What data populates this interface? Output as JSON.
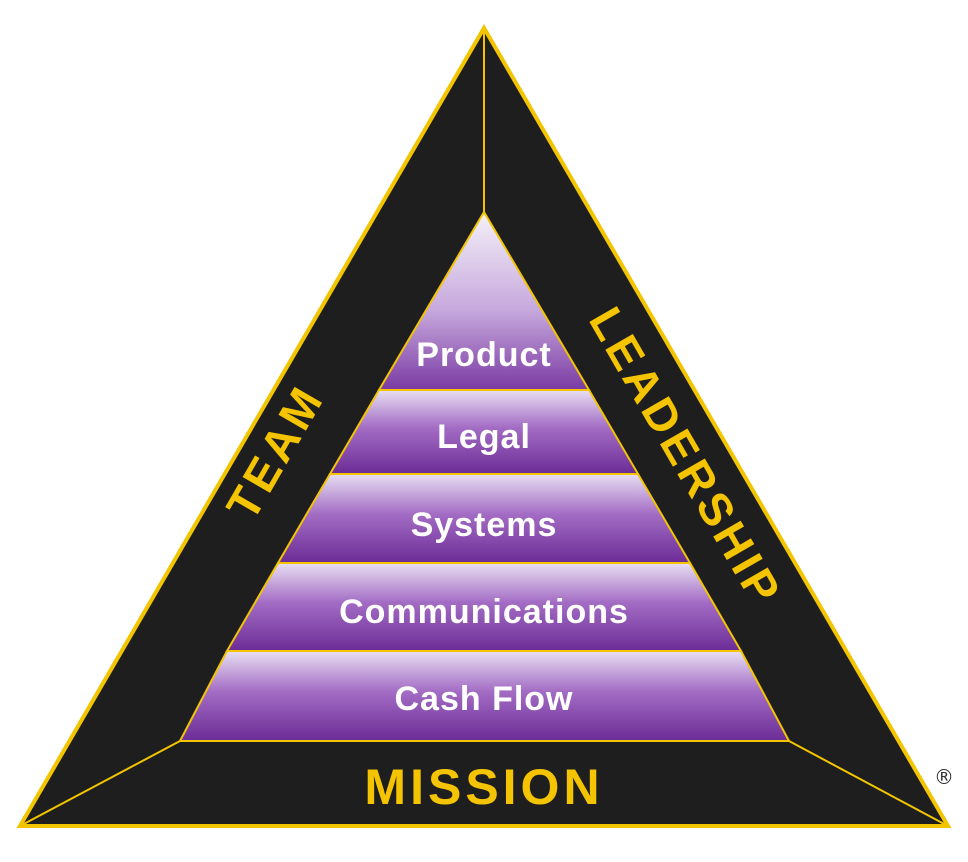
{
  "diagram": {
    "tiers": [
      {
        "label": "Product"
      },
      {
        "label": "Legal"
      },
      {
        "label": "Systems"
      },
      {
        "label": "Communications"
      },
      {
        "label": "Cash Flow"
      }
    ],
    "left_side": {
      "label": "TEAM"
    },
    "right_side": {
      "label": "LEADERSHIP"
    },
    "base": {
      "label": "MISSION"
    },
    "registered_mark": "®"
  },
  "colors": {
    "frame": "#1e1e1e",
    "outline": "#f2c500",
    "text_accent": "#f5c400",
    "tier_top": "#e6dcf2",
    "tier_mid": "#9455b8",
    "tier_bottom": "#6a2a94"
  }
}
